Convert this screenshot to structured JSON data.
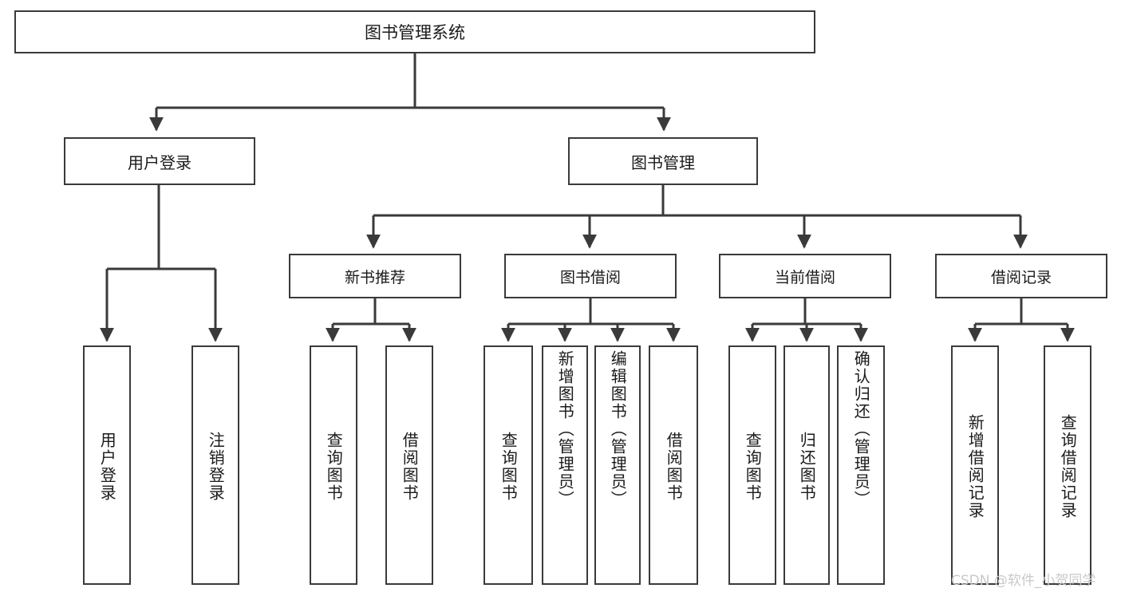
{
  "diagram": {
    "type": "tree",
    "title": "图书管理系统",
    "root": {
      "label": "图书管理系统"
    },
    "level1": [
      {
        "label": "用户登录"
      },
      {
        "label": "图书管理"
      }
    ],
    "level2": [
      {
        "label": "新书推荐"
      },
      {
        "label": "图书借阅"
      },
      {
        "label": "当前借阅"
      },
      {
        "label": "借阅记录"
      }
    ],
    "leaves": {
      "user_login": [
        {
          "label": "用户登录"
        },
        {
          "label": "注销登录"
        }
      ],
      "new_book_recommend": [
        {
          "label": "查询图书"
        },
        {
          "label": "借阅图书"
        }
      ],
      "book_borrow": [
        {
          "label": "查询图书"
        },
        {
          "label": "新增图书（管理员）"
        },
        {
          "label": "编辑图书（管理员）"
        },
        {
          "label": "借阅图书"
        }
      ],
      "current_borrow": [
        {
          "label": "查询图书"
        },
        {
          "label": "归还图书"
        },
        {
          "label": "确认归还（管理员）"
        }
      ],
      "borrow_record": [
        {
          "label": "新增借阅记录"
        },
        {
          "label": "查询借阅记录"
        }
      ]
    }
  },
  "watermark": {
    "text": "CSDN @软件_小贺同学"
  },
  "colors": {
    "box_border": "#3a3a3a",
    "box_fill": "#ffffff",
    "text": "#1a1a1a",
    "connector": "#3a3a3a",
    "watermark": "#c9c9c9"
  }
}
